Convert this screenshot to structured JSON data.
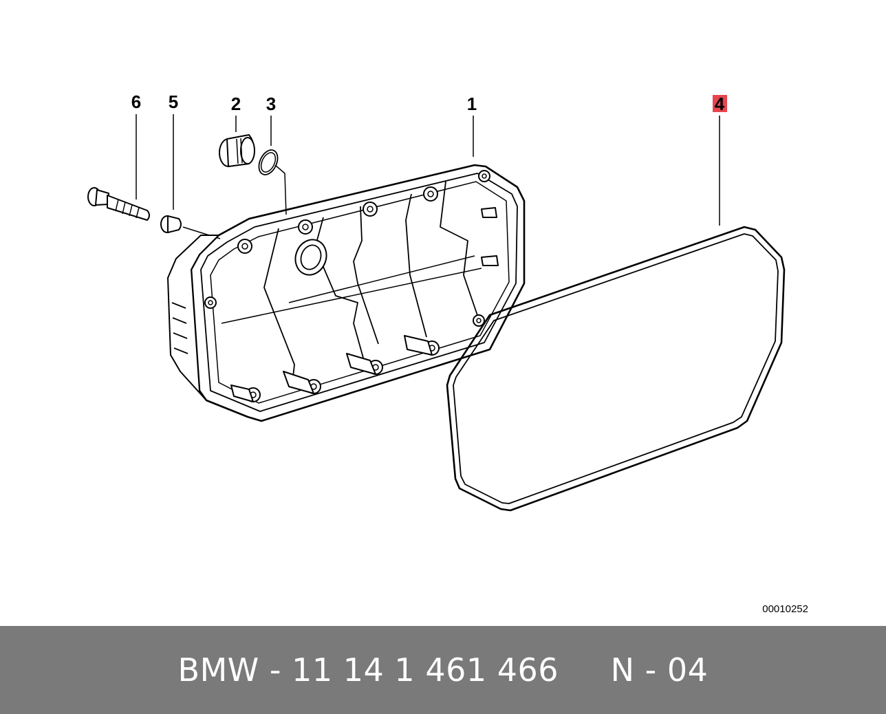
{
  "callouts": {
    "c1": "1",
    "c2": "2",
    "c3": "3",
    "c4": "4",
    "c5": "5",
    "c6": "6"
  },
  "highlight_color": "#e8454f",
  "doc_number": "00010252",
  "footer": {
    "text": "BMW - 11 14 1 461 466     N - 04",
    "background": "#7a7a7a",
    "color": "#ffffff"
  }
}
